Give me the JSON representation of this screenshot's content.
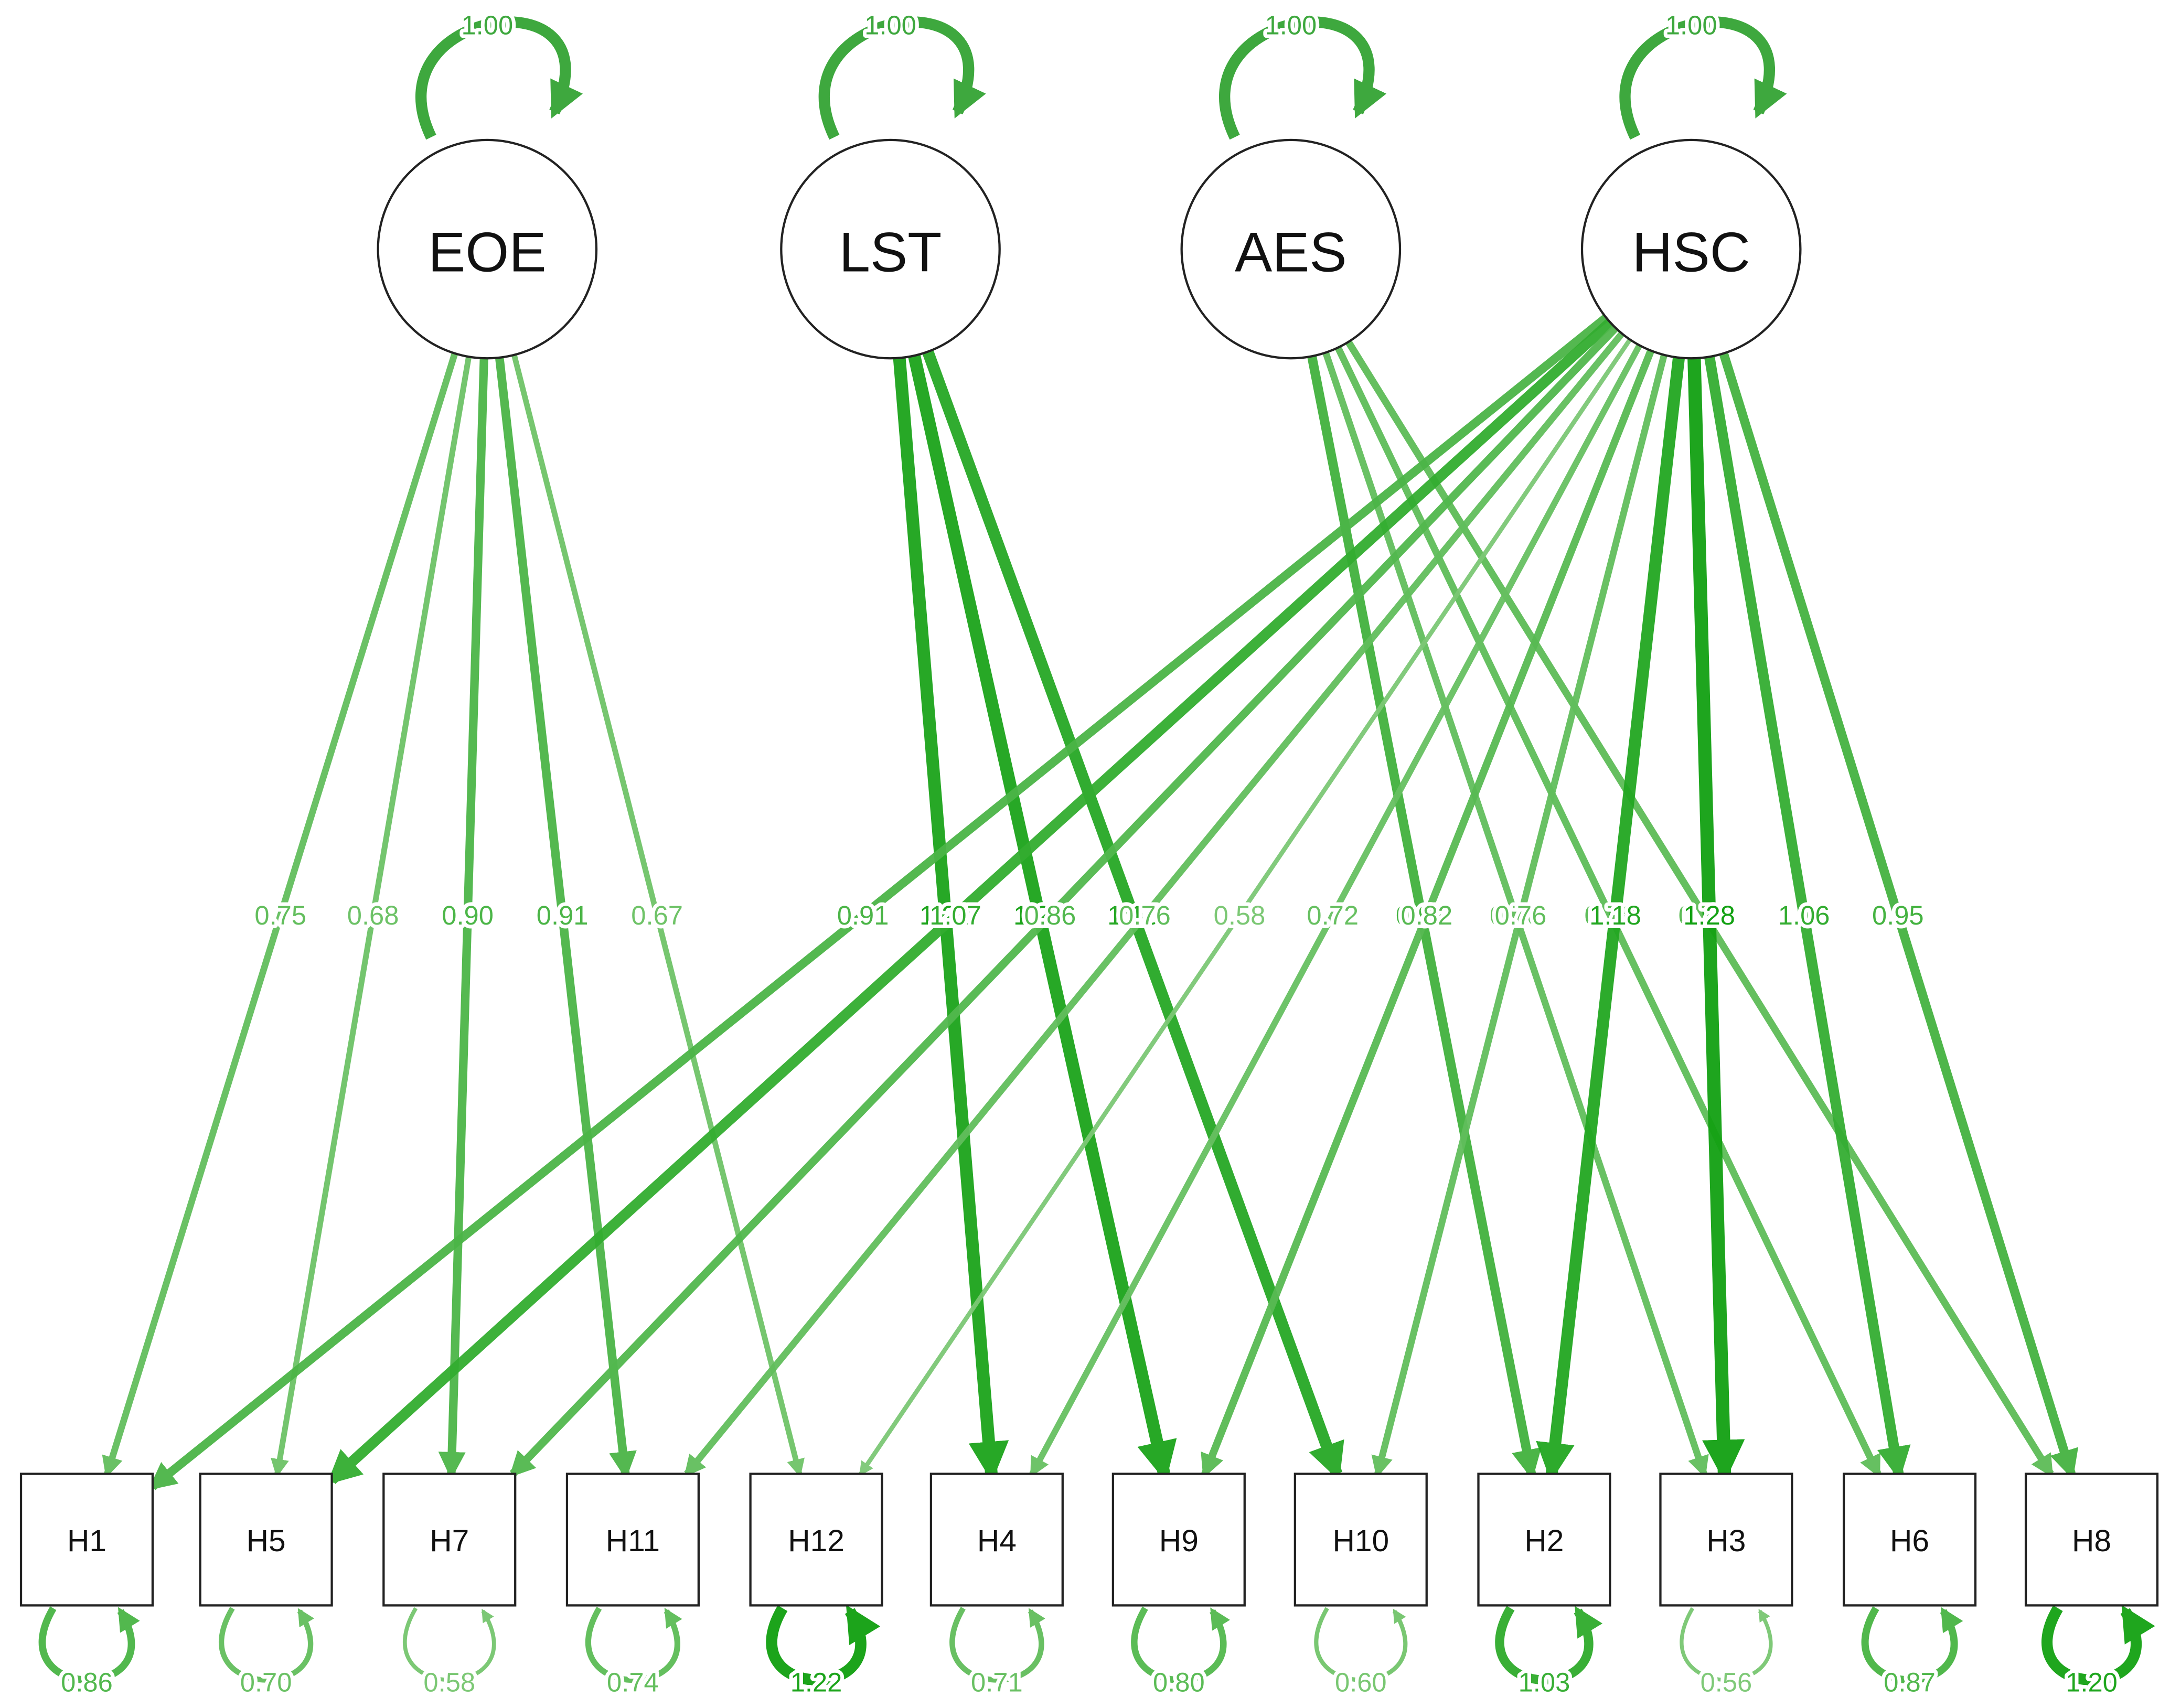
{
  "latents": [
    {
      "id": "EOE",
      "label": "EOE",
      "variance": "1.00"
    },
    {
      "id": "LST",
      "label": "LST",
      "variance": "1.00"
    },
    {
      "id": "AES",
      "label": "AES",
      "variance": "1.00"
    },
    {
      "id": "HSC",
      "label": "HSC",
      "variance": "1.00"
    }
  ],
  "indicators": [
    {
      "id": "H1",
      "label": "H1",
      "residual": "0.86"
    },
    {
      "id": "H5",
      "label": "H5",
      "residual": "0.70"
    },
    {
      "id": "H7",
      "label": "H7",
      "residual": "0.58"
    },
    {
      "id": "H11",
      "label": "H11",
      "residual": "0.74"
    },
    {
      "id": "H12",
      "label": "H12",
      "residual": "1.22"
    },
    {
      "id": "H4",
      "label": "H4",
      "residual": "0.71"
    },
    {
      "id": "H9",
      "label": "H9",
      "residual": "0.80"
    },
    {
      "id": "H10",
      "label": "H10",
      "residual": "0.60"
    },
    {
      "id": "H2",
      "label": "H2",
      "residual": "1.03"
    },
    {
      "id": "H3",
      "label": "H3",
      "residual": "0.56"
    },
    {
      "id": "H6",
      "label": "H6",
      "residual": "0.87"
    },
    {
      "id": "H8",
      "label": "H8",
      "residual": "1.20"
    }
  ],
  "loadings": [
    {
      "from": "EOE",
      "to": "H1",
      "label": "0.75"
    },
    {
      "from": "EOE",
      "to": "H5",
      "label": "0.68"
    },
    {
      "from": "EOE",
      "to": "H7",
      "label": "0.90"
    },
    {
      "from": "EOE",
      "to": "H11",
      "label": "0.91"
    },
    {
      "from": "EOE",
      "to": "H12",
      "label": "0.67"
    },
    {
      "from": "LST",
      "to": "H4",
      "label": "1.22"
    },
    {
      "from": "LST",
      "to": "H9",
      "label": "1.22"
    },
    {
      "from": "LST",
      "to": "H10",
      "label": "1.15"
    },
    {
      "from": "AES",
      "to": "H2",
      "label": "0.97"
    },
    {
      "from": "AES",
      "to": "H3",
      "label": "0.76"
    },
    {
      "from": "AES",
      "to": "H6",
      "label": "0.78"
    },
    {
      "from": "AES",
      "to": "H8",
      "label": "0.79"
    },
    {
      "from": "HSC",
      "to": "H1",
      "label": "0.91"
    },
    {
      "from": "HSC",
      "to": "H5",
      "label": "1.07"
    },
    {
      "from": "HSC",
      "to": "H7",
      "label": "0.86"
    },
    {
      "from": "HSC",
      "to": "H11",
      "label": "0.76"
    },
    {
      "from": "HSC",
      "to": "H12",
      "label": "0.58"
    },
    {
      "from": "HSC",
      "to": "H4",
      "label": "0.72"
    },
    {
      "from": "HSC",
      "to": "H9",
      "label": "0.82"
    },
    {
      "from": "HSC",
      "to": "H10",
      "label": "0.76"
    },
    {
      "from": "HSC",
      "to": "H2",
      "label": "1.18"
    },
    {
      "from": "HSC",
      "to": "H3",
      "label": "1.28"
    },
    {
      "from": "HSC",
      "to": "H6",
      "label": "1.06"
    },
    {
      "from": "HSC",
      "to": "H8",
      "label": "0.95"
    }
  ]
}
